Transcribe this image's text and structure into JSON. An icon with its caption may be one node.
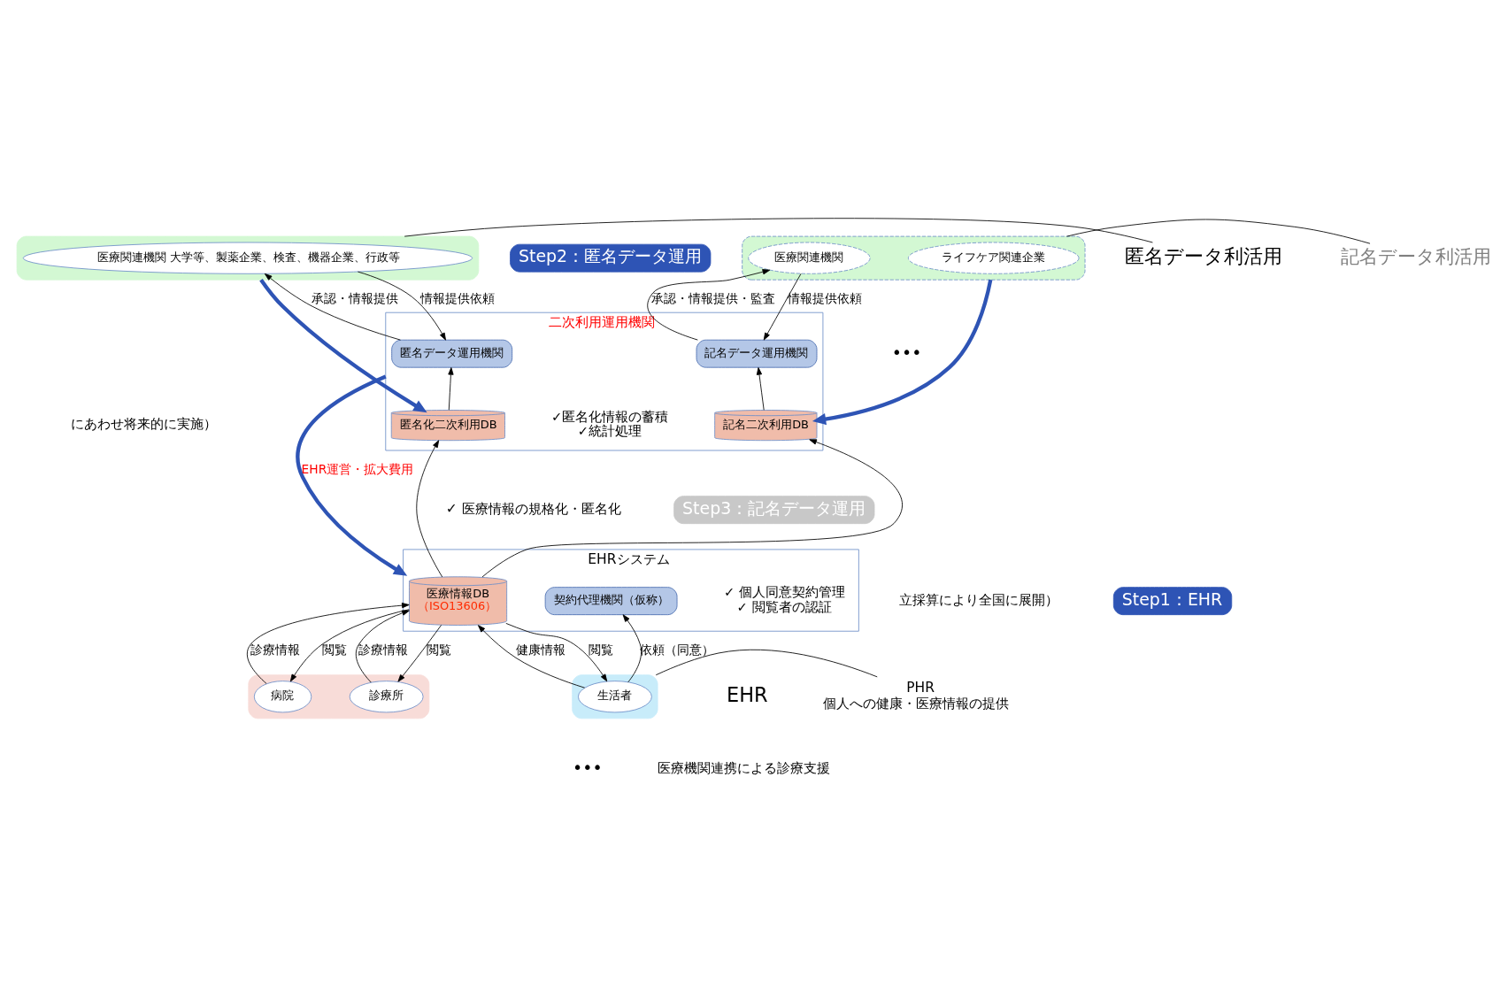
{
  "diagram": {
    "nodes": [
      {
        "text": [
          "匿名データ利活用"
        ]
      },
      {
        "text": [],
        "shape": "ellipse"
      },
      {
        "text": [
          "医療関連機関 大学等、製薬企業、検査、機器企業、行政等"
        ],
        "in": 1
      },
      {
        "text": [
          "記名データ利活用"
        ]
      },
      {
        "text": [],
        "shape": "ellipse"
      },
      {
        "text": [
          "ライフケア関連企業"
        ],
        "in": 4
      },
      {
        "text": [
          "医療関連機関"
        ],
        "in": 4
      },
      {
        "text": [
          "二次利用運用機関"
        ]
      },
      {
        "text": [
          "匿名データ運用機関"
        ],
        "in": 7
      },
      {
        "text": [
          "記名データ運用機関"
        ],
        "in": 7
      },
      {
        "text": [
          "匿名化二次利用DB"
        ],
        "in": 7,
        "beside": [
          "✓匿名化情報の蓄積",
          "✓統計処理"
        ]
      },
      {
        "text": [
          "記名二次利用DB"
        ],
        "in": 7
      },
      {
        "text": [
          "Step2：匿名データ運用"
        ]
      },
      {
        "text": [
          "Step3：記名データ運用"
        ]
      },
      {
        "text": [
          "EHRシステム"
        ]
      },
      {
        "text": [
          "医療情報DB",
          "（ISO13606）"
        ],
        "in": 14
      },
      {
        "text": [
          "契約代理機関（仮称）"
        ],
        "in": 14,
        "beside": [
          "✓ 個人同意契約管理",
          "✓ 閲覧者の認証"
        ]
      },
      {
        "text": [
          "Step1：EHR"
        ]
      },
      {
        "text": [],
        "shape": "ellipse"
      },
      {
        "text": [
          "病院"
        ],
        "in": 18
      },
      {
        "text": [
          "診療所"
        ],
        "in": 18
      },
      {
        "text": [],
        "shape": "ellipse"
      },
      {
        "text": [
          "生活者"
        ],
        "in": 21
      },
      {
        "text": [
          "PHR",
          "個人への健康・医療情報の提供"
        ]
      }
    ],
    "edges": [
      {
        "from": 0,
        "to": 1,
        "arrow": "none"
      },
      {
        "from": 3,
        "to": 4,
        "arrow": "none"
      },
      {
        "from": 2,
        "to": 8,
        "arrow": "to",
        "label": "情報提供依頼"
      },
      {
        "from": 8,
        "to": 2,
        "arrow": "to",
        "label": "承認・情報提供"
      },
      {
        "from": 6,
        "to": 9,
        "arrow": "to",
        "label": "情報提供依頼"
      },
      {
        "from": 9,
        "to": 6,
        "arrow": "to",
        "label": "承認・情報提供・監査"
      },
      {
        "from": 10,
        "to": 8,
        "arrow": "to"
      },
      {
        "from": 11,
        "to": 9,
        "arrow": "to"
      },
      {
        "from": 1,
        "to": 10,
        "arrow": "to",
        "style": "thick",
        "color": "#2e54b5"
      },
      {
        "from": 4,
        "to": 11,
        "arrow": "to",
        "style": "thick",
        "color": "#2e54b5"
      },
      {
        "from": 15,
        "to": 10,
        "arrow": "to"
      },
      {
        "from": 15,
        "to": 11,
        "arrow": "to"
      },
      {
        "from": 7,
        "to": 14,
        "arrow": "to",
        "label": "EHR運営・拡大費用",
        "style": "thick",
        "color": "#2e54b5"
      },
      {
        "from": 15,
        "to": 19,
        "arrow": "to",
        "label": "閲覧"
      },
      {
        "from": 19,
        "to": 15,
        "arrow": "to",
        "label": "診療情報"
      },
      {
        "from": 15,
        "to": 20,
        "arrow": "to",
        "label": "閲覧"
      },
      {
        "from": 20,
        "to": 15,
        "arrow": "to",
        "label": "診療情報"
      },
      {
        "from": 15,
        "to": 22,
        "arrow": "to",
        "label": "閲覧"
      },
      {
        "from": 22,
        "to": 15,
        "arrow": "to",
        "label": "健康情報"
      },
      {
        "from": 22,
        "to": 16,
        "arrow": "to",
        "label": "依頼（同意）"
      },
      {
        "from": 23,
        "to": 21,
        "arrow": "none"
      }
    ],
    "labels": [
      "•••",
      "にあわせ将来的に実施）",
      "✓ 医療情報の規格化・匿名化",
      "立採算により全国に展開）",
      "EHR",
      "医療機関連携による診療支援",
      "•••"
    ]
  }
}
